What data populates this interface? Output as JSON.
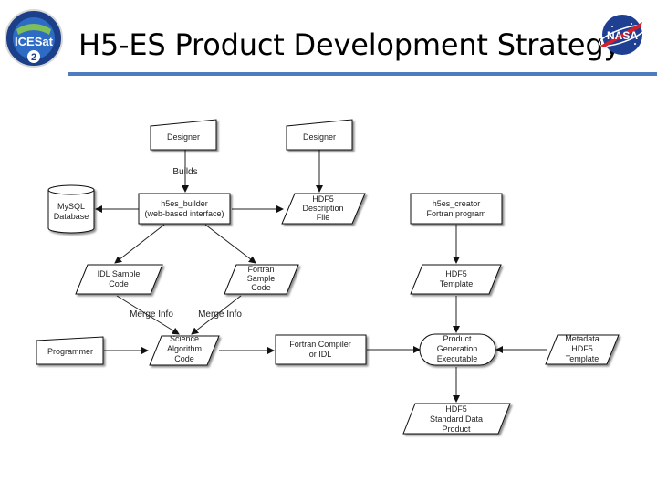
{
  "title": "H5-ES Product Development Strategy",
  "logos": {
    "left_text": "ICESat",
    "left_number": "2",
    "right_text": "NASA"
  },
  "nodes": {
    "designer1": "Designer",
    "designer2": "Designer",
    "mysql": [
      "MySQL",
      "Database"
    ],
    "builder": [
      "h5es_builder",
      "(web-based interface)"
    ],
    "hdf5_desc": [
      "HDF5",
      "Description",
      "File"
    ],
    "creator": [
      "h5es_creator",
      "Fortran program"
    ],
    "idl_sample": [
      "IDL Sample",
      "Code"
    ],
    "fortran_sample": [
      "Fortran",
      "Sample",
      "Code"
    ],
    "hdf5_template": [
      "HDF5",
      "Template"
    ],
    "programmer": "Programmer",
    "science": [
      "Science",
      "Algorithm",
      "Code"
    ],
    "compiler": [
      "Fortran Compiler",
      "or IDL"
    ],
    "product_exe": [
      "Product",
      "Generation",
      "Executable"
    ],
    "metadata": [
      "Metadata",
      "HDF5",
      "Template"
    ],
    "std_product": [
      "HDF5",
      "Standard Data",
      "Product"
    ]
  },
  "edge_labels": {
    "builds": "Builds",
    "merge1": "Merge Info",
    "merge2": "Merge Info"
  }
}
